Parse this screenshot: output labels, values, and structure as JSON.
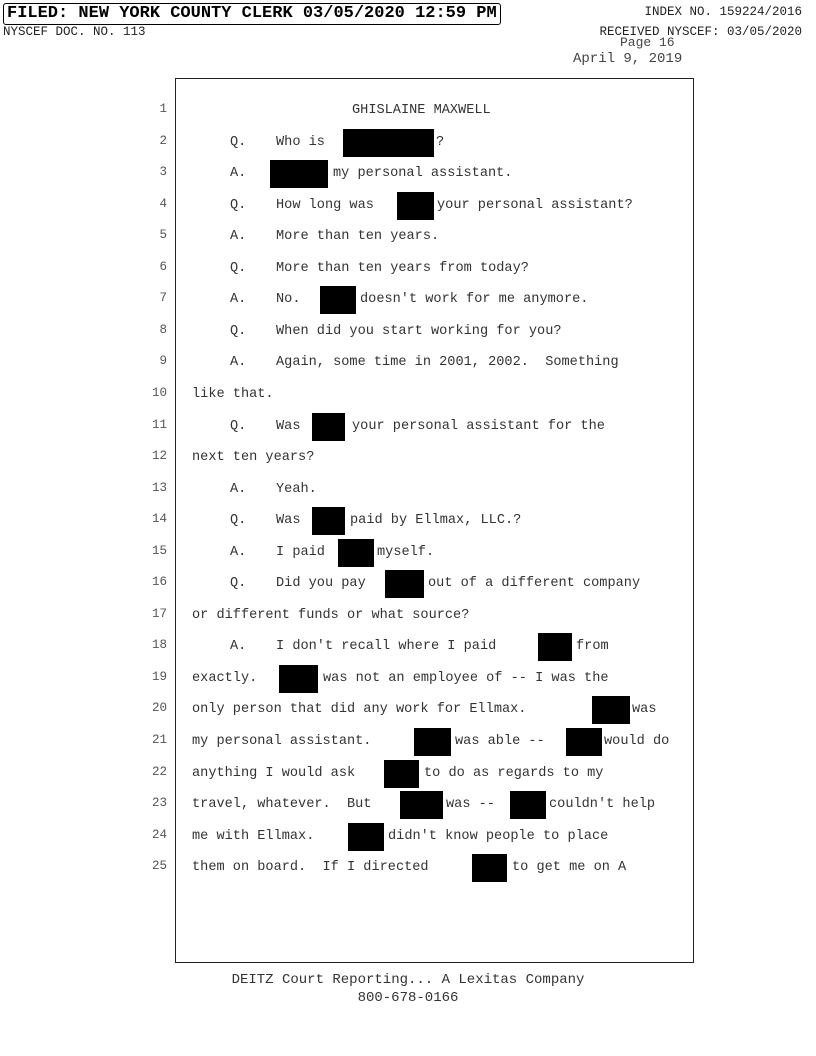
{
  "header": {
    "filed": "FILED: NEW YORK COUNTY CLERK 03/05/2020 12:59 PM",
    "index_no": "INDEX NO. 159224/2016",
    "doc_no": "NYSCEF DOC. NO. 113",
    "received": "RECEIVED NYSCEF: 03/05/2020",
    "page": "Page 16",
    "date": "April 9, 2019"
  },
  "lines": [
    {
      "n": "1",
      "segs": [
        "GHISLAINE MAXWELL"
      ]
    },
    {
      "n": "2",
      "segs": [
        "Q.",
        "Who is",
        "?"
      ]
    },
    {
      "n": "3",
      "segs": [
        "A.",
        "my personal assistant."
      ]
    },
    {
      "n": "4",
      "segs": [
        "Q.",
        "How long was",
        "your personal assistant?"
      ]
    },
    {
      "n": "5",
      "segs": [
        "A.",
        "More than ten years."
      ]
    },
    {
      "n": "6",
      "segs": [
        "Q.",
        "More than ten years from today?"
      ]
    },
    {
      "n": "7",
      "segs": [
        "A.",
        "No.",
        "doesn't work for me anymore."
      ]
    },
    {
      "n": "8",
      "segs": [
        "Q.",
        "When did you start working for you?"
      ]
    },
    {
      "n": "9",
      "segs": [
        "A.",
        "Again, some time in 2001, 2002.  Something"
      ]
    },
    {
      "n": "10",
      "segs": [
        "like that."
      ]
    },
    {
      "n": "11",
      "segs": [
        "Q.",
        "Was",
        "your personal assistant for the"
      ]
    },
    {
      "n": "12",
      "segs": [
        "next ten years?"
      ]
    },
    {
      "n": "13",
      "segs": [
        "A.",
        "Yeah."
      ]
    },
    {
      "n": "14",
      "segs": [
        "Q.",
        "Was",
        "paid by Ellmax, LLC.?"
      ]
    },
    {
      "n": "15",
      "segs": [
        "A.",
        "I paid",
        "myself."
      ]
    },
    {
      "n": "16",
      "segs": [
        "Q.",
        "Did you pay",
        "out of a different company"
      ]
    },
    {
      "n": "17",
      "segs": [
        "or different funds or what source?"
      ]
    },
    {
      "n": "18",
      "segs": [
        "A.",
        "I don't recall where I paid",
        "from"
      ]
    },
    {
      "n": "19",
      "segs": [
        "exactly.",
        "was not an employee of -- I was the"
      ]
    },
    {
      "n": "20",
      "segs": [
        "only person that did any work for Ellmax.",
        "was"
      ]
    },
    {
      "n": "21",
      "segs": [
        "my personal assistant.",
        "was able --",
        "would do"
      ]
    },
    {
      "n": "22",
      "segs": [
        "anything I would ask",
        "to do as regards to my"
      ]
    },
    {
      "n": "23",
      "segs": [
        "travel, whatever.  But",
        "was --",
        "couldn't help"
      ]
    },
    {
      "n": "24",
      "segs": [
        "me with Ellmax.",
        "didn't know people to place"
      ]
    },
    {
      "n": "25",
      "segs": [
        "them on board.  If I directed",
        "to get me on A"
      ]
    }
  ],
  "footer": {
    "company": "DEITZ Court Reporting... A Lexitas Company",
    "phone": "800-678-0166"
  }
}
